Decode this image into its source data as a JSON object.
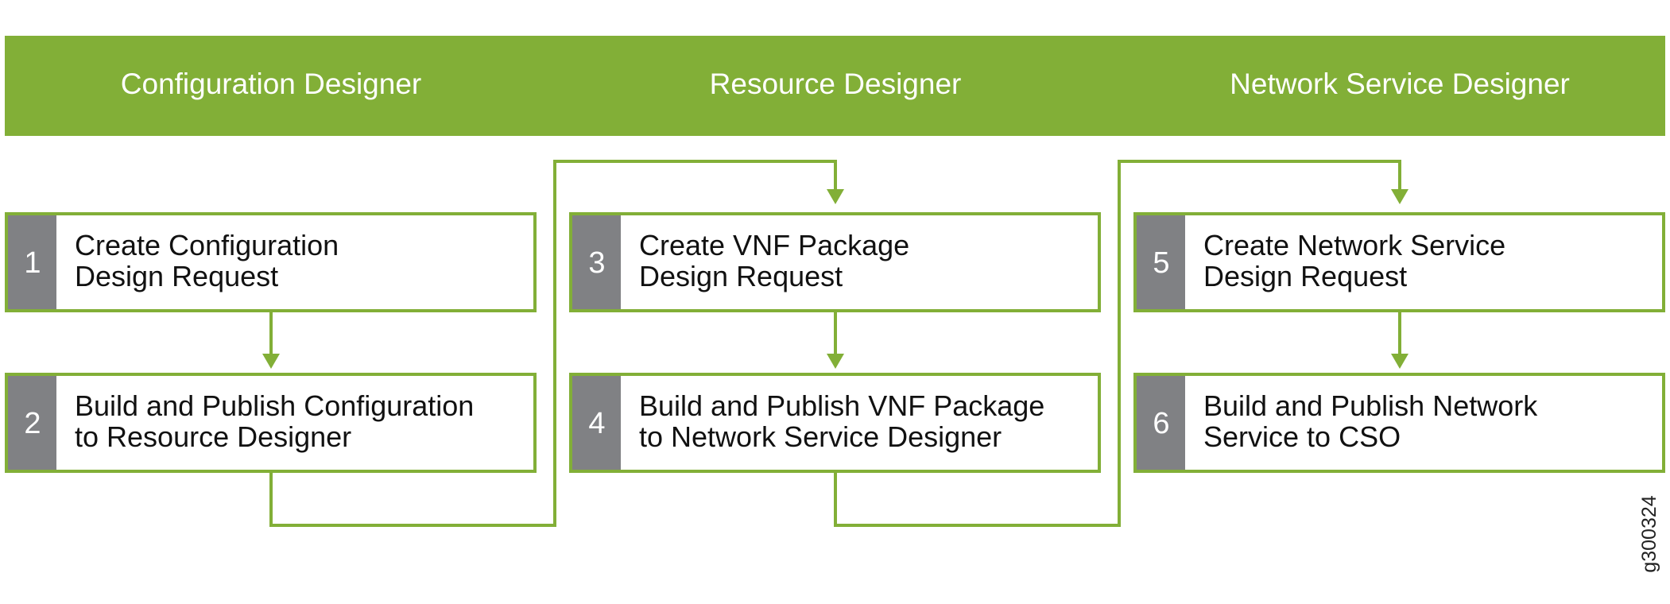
{
  "colors": {
    "green": "#82af37",
    "gray": "#808184",
    "text": "#111111",
    "header_text": "#ffffff"
  },
  "header": {
    "columns": [
      {
        "label": "Configuration Designer"
      },
      {
        "label": "Resource Designer"
      },
      {
        "label": "Network Service Designer"
      }
    ]
  },
  "steps": [
    {
      "number": "1",
      "line1": "Create Configuration",
      "line2": "Design Request"
    },
    {
      "number": "2",
      "line1": "Build and Publish Configuration",
      "line2": "to Resource Designer"
    },
    {
      "number": "3",
      "line1": "Create VNF Package",
      "line2": "Design Request"
    },
    {
      "number": "4",
      "line1": "Build and Publish VNF Package",
      "line2": "to Network Service Designer"
    },
    {
      "number": "5",
      "line1": "Create Network Service",
      "line2": "Design Request"
    },
    {
      "number": "6",
      "line1": "Build and Publish Network",
      "line2": "Service to CSO"
    }
  ],
  "figure_id": "g300324"
}
